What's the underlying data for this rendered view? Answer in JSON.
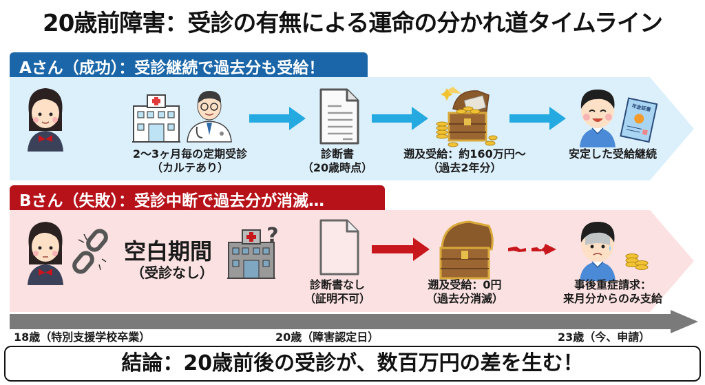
{
  "title": "20歳前障害：受診の有無による運命の分かれ道タイムライン",
  "colors": {
    "a_accent": "#1a66a8",
    "a_band": "#dcf0fb",
    "a_arrow": "#24a9e1",
    "b_accent": "#b7121a",
    "b_band": "#fbe1e1",
    "b_arrow": "#c8161d",
    "timeline": "#7a7a7a"
  },
  "case_a": {
    "label": "Aさん（成功）：受診継続で過去分も受給！",
    "steps": [
      {
        "icon": "schoolgirl-icon",
        "line1": "",
        "line2": ""
      },
      {
        "icon": "hospital-doctor-icon",
        "line1": "2〜3ヶ月毎の定期受診",
        "line2": "（カルテあり）"
      },
      {
        "icon": "document-icon",
        "line1": "診断書",
        "line2": "（20歳時点）"
      },
      {
        "icon": "treasure-chest-full-icon",
        "line1": "遡及受給：約160万円〜",
        "line2": "（過去2年分）"
      },
      {
        "icon": "happy-man-pension-card-icon",
        "line1": "安定した受給継続",
        "line2": ""
      }
    ],
    "card_text": "年金証書"
  },
  "case_b": {
    "label": "Bさん（失敗）：受診中断で過去分が消滅…",
    "gap_title": "空白期間",
    "gap_sub": "（受診なし）",
    "steps": [
      {
        "icon": "worried-schoolgirl-icon",
        "line1": "",
        "line2": ""
      },
      {
        "icon": "broken-chain-icon",
        "line1": "",
        "line2": ""
      },
      {
        "icon": "hospital-question-icon",
        "line1": "",
        "line2": ""
      },
      {
        "icon": "blank-document-icon",
        "line1": "診断書なし",
        "line2": "（証明不可）"
      },
      {
        "icon": "treasure-chest-empty-icon",
        "line1": "遡及受給：0円",
        "line2": "（過去分消滅）"
      },
      {
        "icon": "sad-man-coins-icon",
        "line1": "事後重症請求：",
        "line2": "来月分からのみ支給"
      }
    ]
  },
  "timeline": {
    "labels": [
      "18歳（特別支援学校卒業）",
      "20歳（障害認定日）",
      "23歳（今、申請）"
    ]
  },
  "conclusion": "結論：20歳前後の受診が、数百万円の差を生む！"
}
